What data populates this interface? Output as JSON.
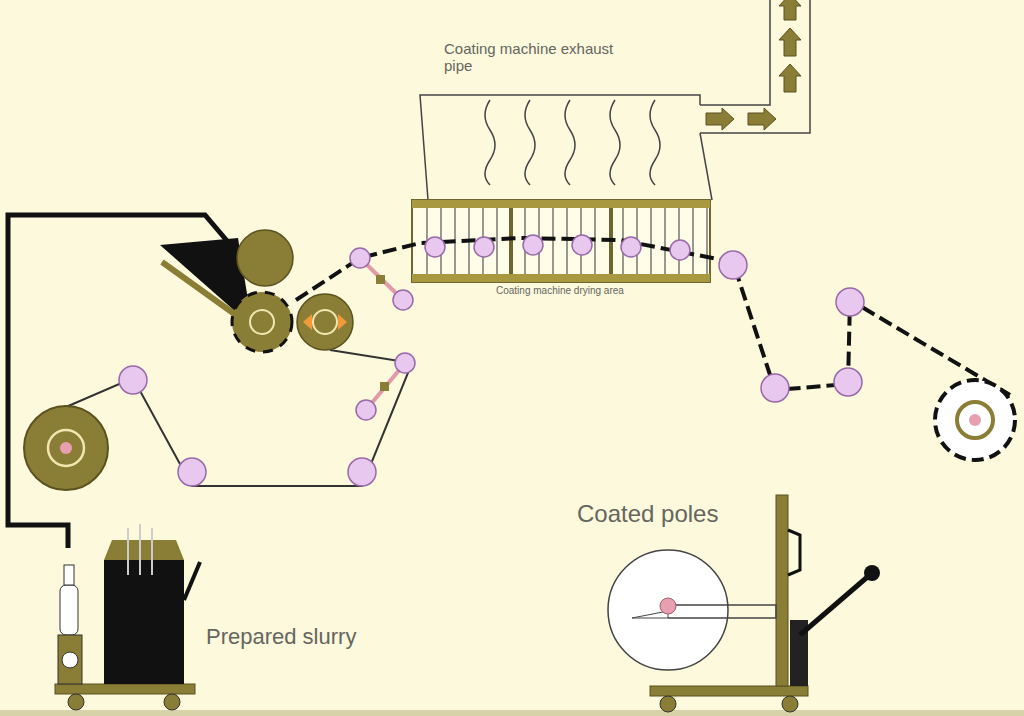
{
  "diagram": {
    "labels": [
      "Coating machine exhaust pipe",
      "Coating machine drying area",
      "Coated poles",
      "Prepared slurry"
    ]
  }
}
